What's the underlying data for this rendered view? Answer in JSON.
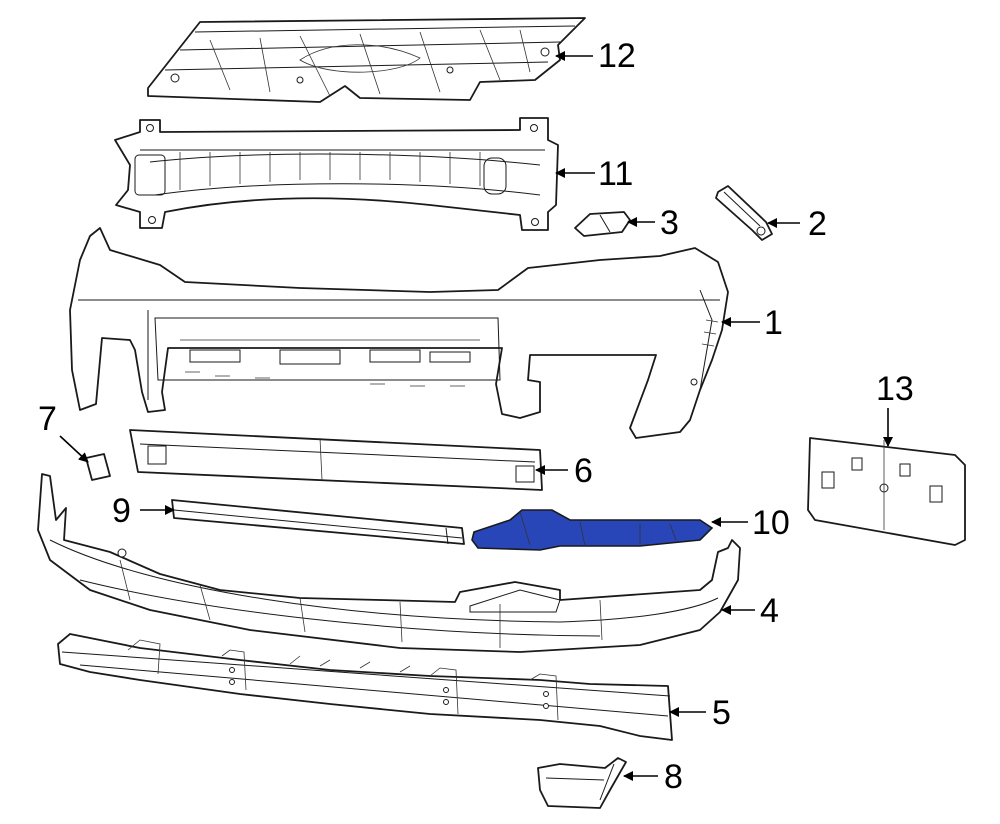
{
  "highlight_color": "#2946b8",
  "highlighted_part": "10",
  "callouts": {
    "c1": "1",
    "c2": "2",
    "c3": "3",
    "c4": "4",
    "c5": "5",
    "c6": "6",
    "c7": "7",
    "c8": "8",
    "c9": "9",
    "c10": "10",
    "c11": "11",
    "c12": "12",
    "c13": "13"
  }
}
